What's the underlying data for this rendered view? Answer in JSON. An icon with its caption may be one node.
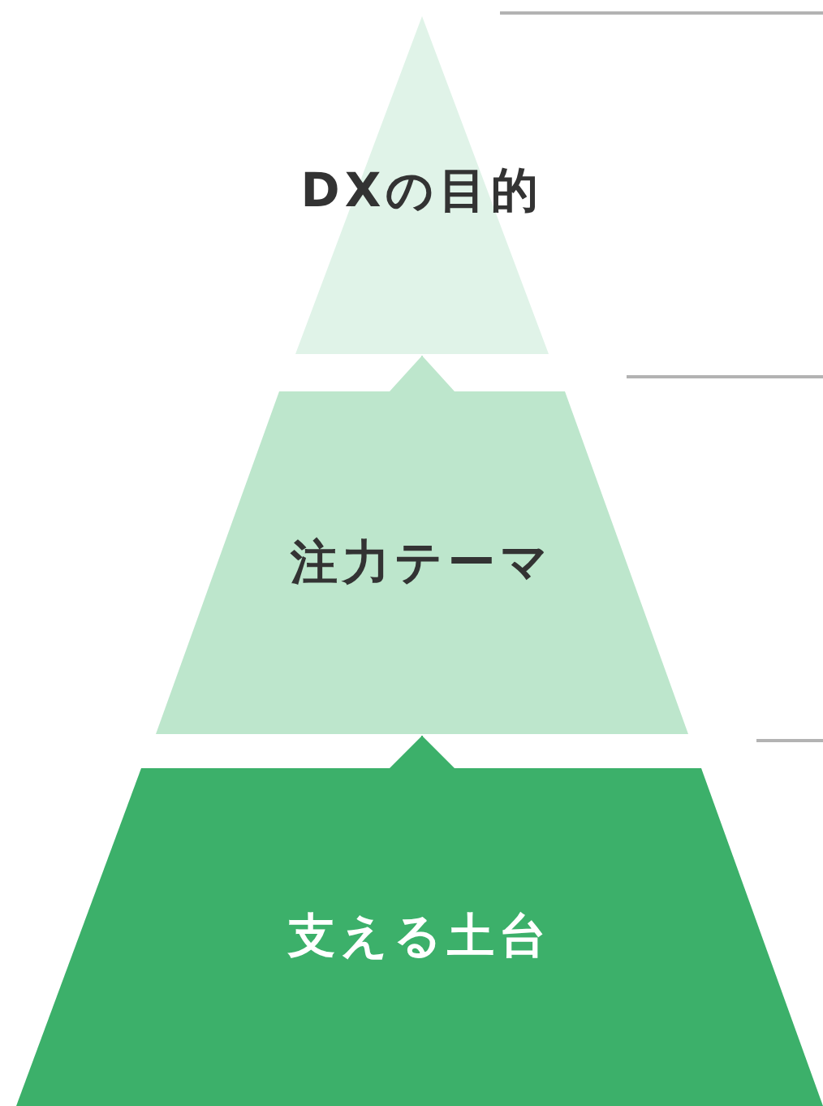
{
  "diagram": {
    "nodes": [
      {
        "text": [
          "DXの目的"
        ]
      },
      {
        "text": [
          "注力テーマ"
        ]
      },
      {
        "text": [
          "支える土台"
        ]
      }
    ],
    "edges": [
      {
        "from": 1,
        "to": 0,
        "arrow": "to"
      },
      {
        "from": 2,
        "to": 1,
        "arrow": "to",
        "color": "#3cb06a"
      }
    ]
  }
}
